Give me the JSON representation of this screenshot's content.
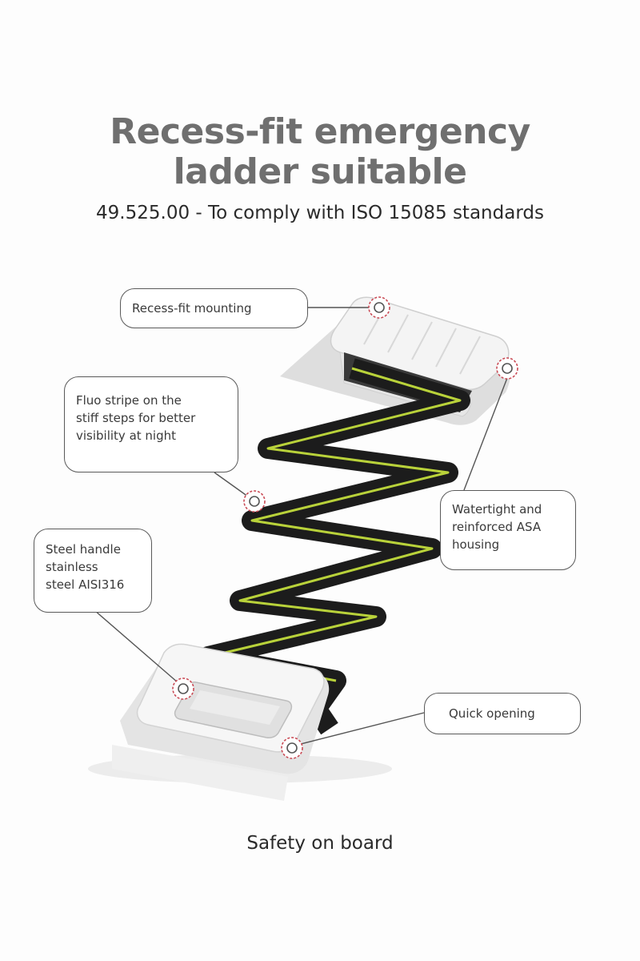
{
  "title": {
    "line1": "Recess-fit emergency",
    "line2": "ladder suitable"
  },
  "subtitle": "49.525.00 - To comply with ISO 15085 standards",
  "callouts": {
    "recess_fit": {
      "text": "Recess-fit mounting"
    },
    "fluo_stripe": {
      "line1": "Fluo stripe on the",
      "line2": "stiff steps for better",
      "line3": "visibility at night"
    },
    "watertight": {
      "line1": "Watertight and",
      "line2": "reinforced ASA",
      "line3": "housing"
    },
    "steel_handle": {
      "line1": "Steel handle",
      "line2": "stainless",
      "line3": "steel AISI316"
    },
    "quick_opening": {
      "text": "Quick opening"
    }
  },
  "footer": "Safety on board",
  "colors": {
    "title": "#6f6f6f",
    "strap": "#1c1c1c",
    "fluo_stripe": "#b9d23a",
    "marker": "#c94a55",
    "housing": "#e9e9e9"
  }
}
